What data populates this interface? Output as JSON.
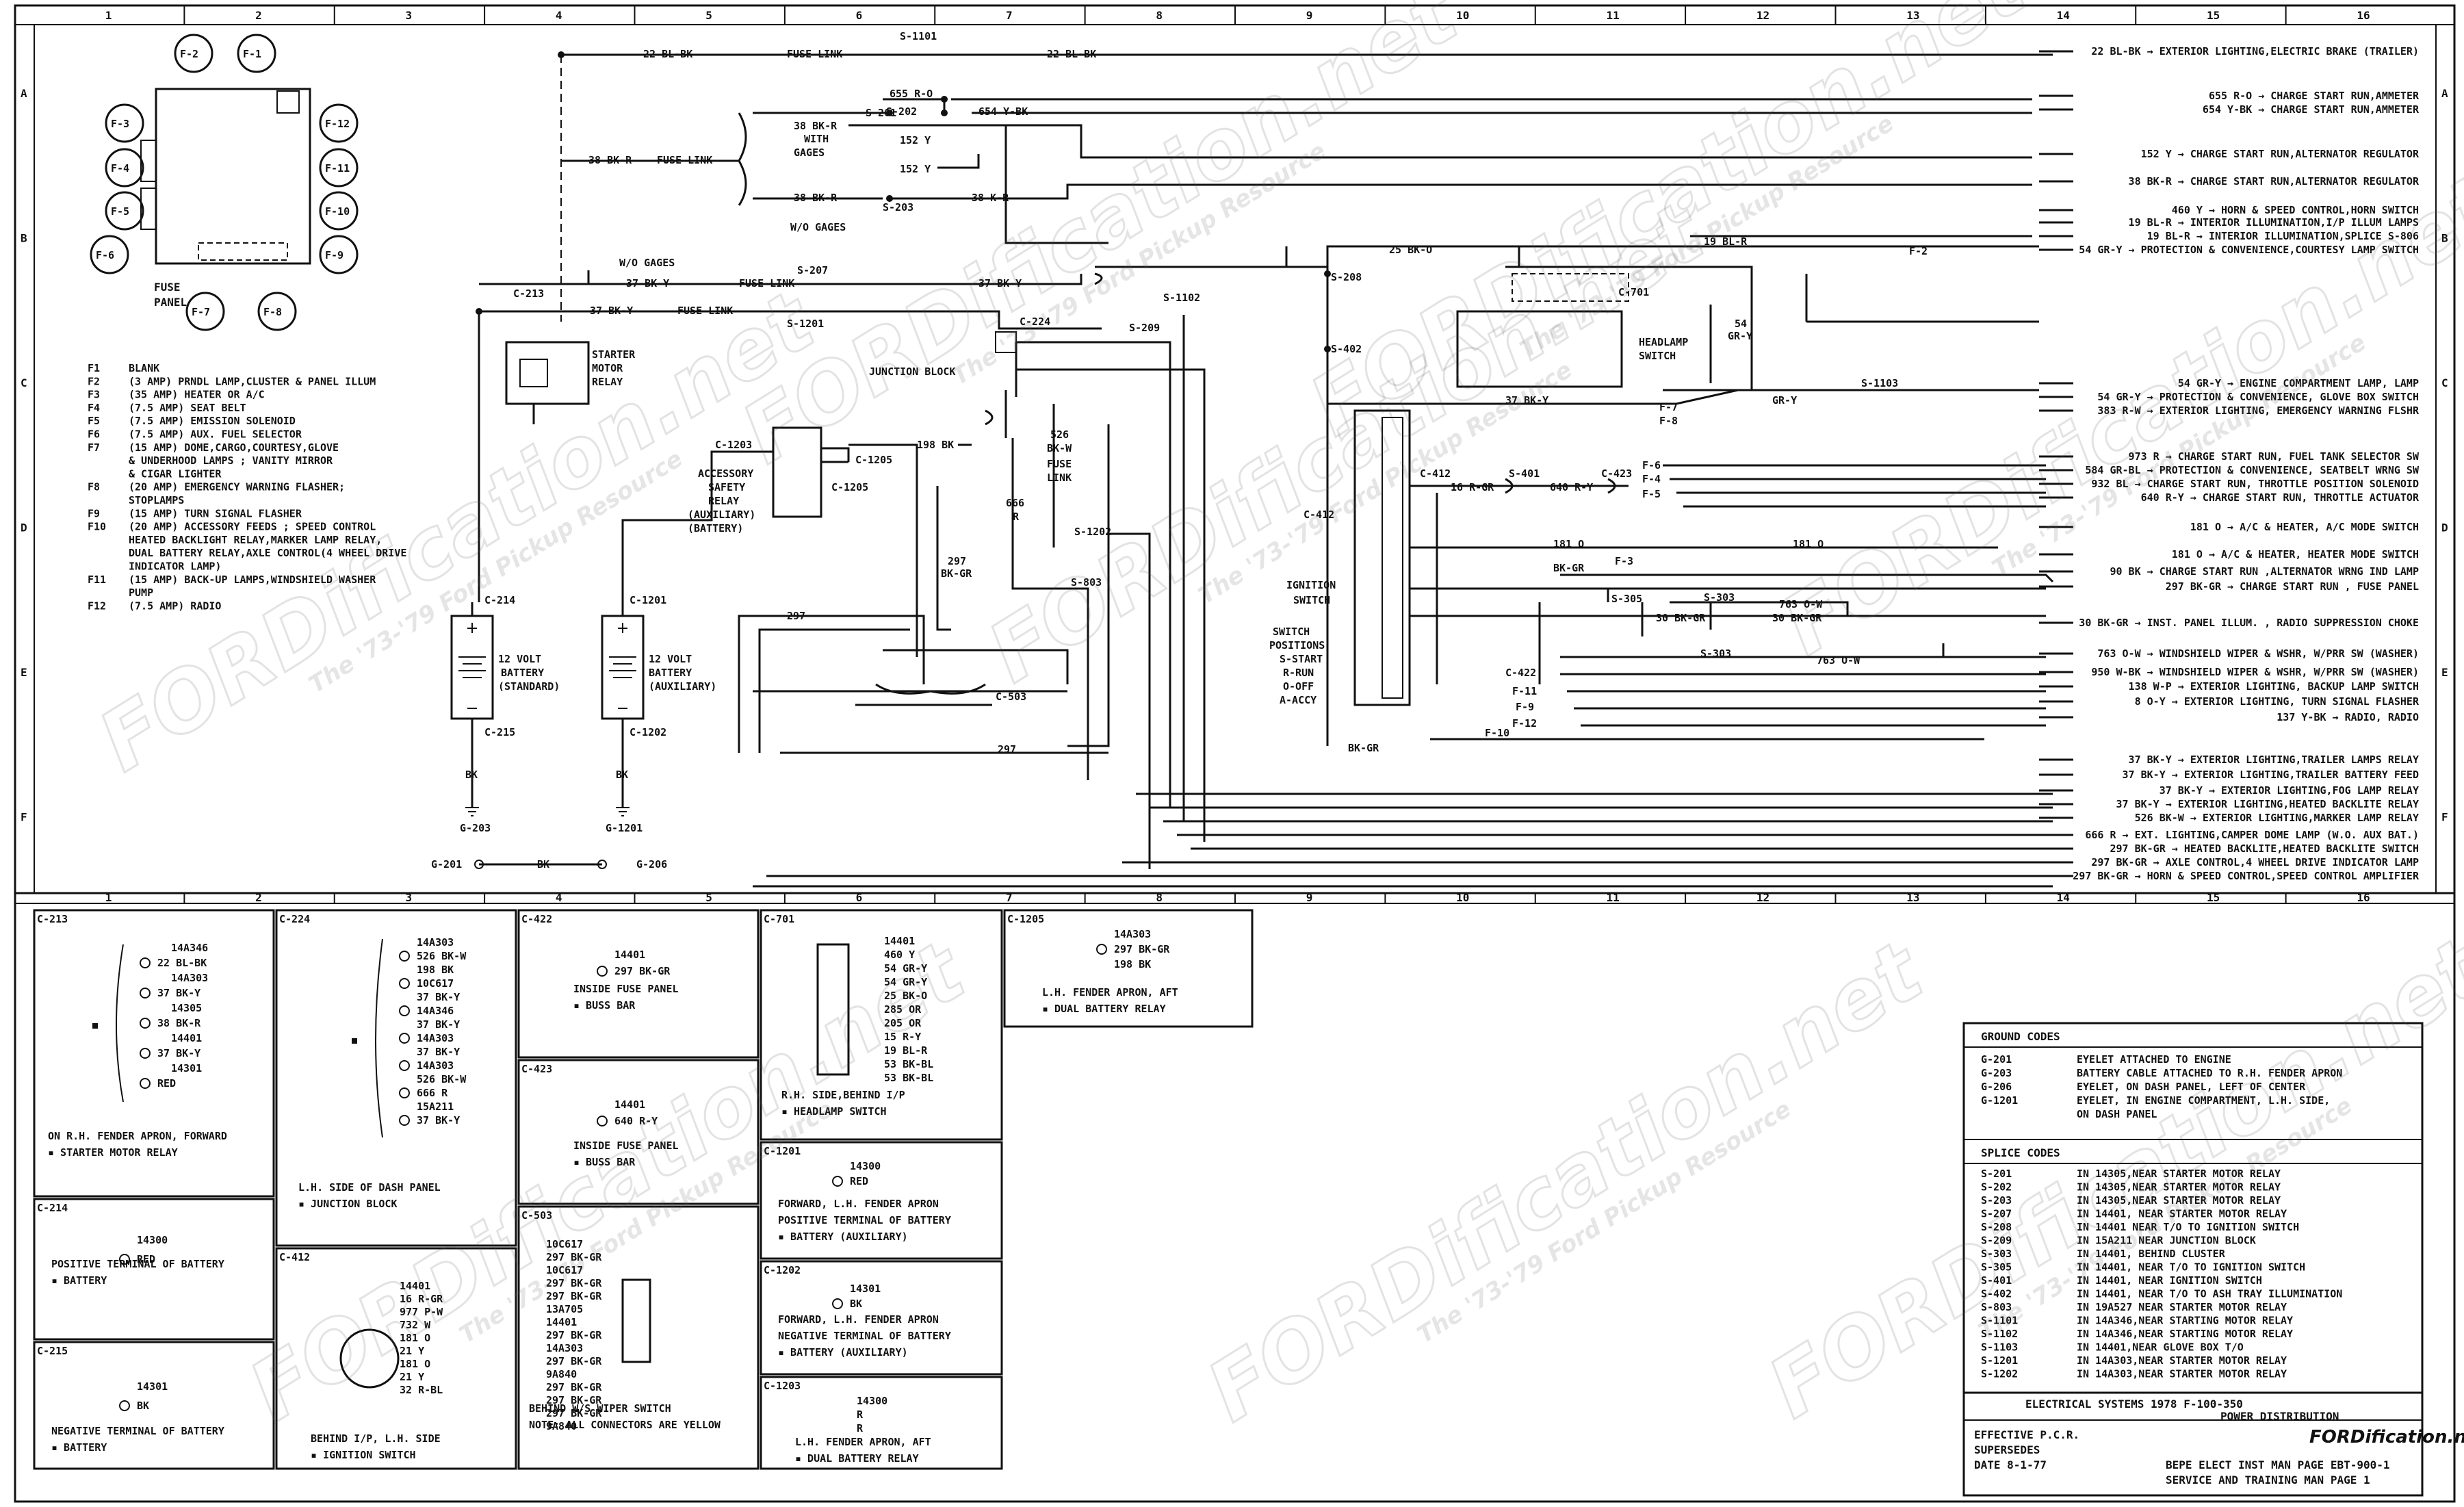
{
  "grid": {
    "columns": [
      "1",
      "2",
      "3",
      "4",
      "5",
      "6",
      "7",
      "8",
      "9",
      "10",
      "11",
      "12",
      "13",
      "14",
      "15",
      "16"
    ],
    "rows": [
      "A",
      "B",
      "C",
      "D",
      "E",
      "F"
    ]
  },
  "fuse_panel": {
    "label_line1": "FUSE",
    "label_line2": "PANEL",
    "fuses": [
      "F-1",
      "F-2",
      "F-3",
      "F-4",
      "F-5",
      "F-6",
      "F-7",
      "F-8",
      "F-9",
      "F-10",
      "F-11",
      "F-12"
    ]
  },
  "fuse_legend": [
    {
      "id": "F1",
      "text": "BLANK"
    },
    {
      "id": "F2",
      "text": "(3 AMP) PRNDL LAMP,CLUSTER & PANEL ILLUM"
    },
    {
      "id": "F3",
      "text": "(35 AMP) HEATER OR A/C"
    },
    {
      "id": "F4",
      "text": "(7.5 AMP) SEAT BELT"
    },
    {
      "id": "F5",
      "text": "(7.5 AMP) EMISSION SOLENOID"
    },
    {
      "id": "F6",
      "text": "(7.5 AMP) AUX. FUEL SELECTOR"
    },
    {
      "id": "F7",
      "text": "(15 AMP) DOME,CARGO,COURTESY,GLOVE"
    },
    {
      "id": "",
      "text": "& UNDERHOOD LAMPS ; VANITY MIRROR"
    },
    {
      "id": "",
      "text": "& CIGAR LIGHTER"
    },
    {
      "id": "F8",
      "text": "(20 AMP) EMERGENCY WARNING FLASHER;"
    },
    {
      "id": "",
      "text": "STOPLAMPS"
    },
    {
      "id": "F9",
      "text": "(15 AMP) TURN SIGNAL FLASHER"
    },
    {
      "id": "F10",
      "text": "(20 AMP) ACCESSORY FEEDS ; SPEED CONTROL"
    },
    {
      "id": "",
      "text": "HEATED BACKLIGHT RELAY,MARKER LAMP RELAY,"
    },
    {
      "id": "",
      "text": "DUAL BATTERY RELAY,AXLE CONTROL(4 WHEEL DRIVE"
    },
    {
      "id": "",
      "text": "INDICATOR LAMP)"
    },
    {
      "id": "F11",
      "text": "(15 AMP) BACK-UP LAMPS,WINDSHIELD WASHER"
    },
    {
      "id": "",
      "text": "PUMP"
    },
    {
      "id": "F12",
      "text": "(7.5 AMP) RADIO"
    }
  ],
  "right_outputs": [
    "22 BL-BK → EXTERIOR LIGHTING,ELECTRIC BRAKE (TRAILER)",
    "655 R-O → CHARGE START RUN,AMMETER",
    "654 Y-BK → CHARGE START RUN,AMMETER",
    "152 Y → CHARGE START RUN,ALTERNATOR REGULATOR",
    "38 BK-R → CHARGE START RUN,ALTERNATOR REGULATOR",
    "460 Y → HORN & SPEED CONTROL,HORN SWITCH",
    "19 BL-R → INTERIOR ILLUMINATION,I/P ILLUM LAMPS",
    "19 BL-R → INTERIOR ILLUMINATION,SPLICE S-806",
    "54 GR-Y → PROTECTION & CONVENIENCE,COURTESY LAMP SWITCH",
    "54 GR-Y → ENGINE COMPARTMENT LAMP, LAMP",
    "54 GR-Y → PROTECTION & CONVENIENCE, GLOVE BOX SWITCH",
    "383 R-W → EXTERIOR LIGHTING, EMERGENCY WARNING FLSHR",
    "973 R → CHARGE START RUN, FUEL TANK SELECTOR SW",
    "584 GR-BL → PROTECTION & CONVENIENCE, SEATBELT WRNG SW",
    "932 BL → CHARGE START RUN, THROTTLE POSITION SOLENOID",
    "640 R-Y → CHARGE START RUN, THROTTLE ACTUATOR",
    "181 O → A/C & HEATER, A/C MODE SWITCH",
    "181 O → A/C & HEATER, HEATER MODE SWITCH",
    "90 BK → CHARGE START RUN ,ALTERNATOR WRNG IND LAMP",
    "297 BK-GR → CHARGE START RUN , FUSE PANEL",
    "30 BK-GR → INST. PANEL ILLUM. , RADIO SUPPRESSION CHOKE",
    "763 O-W → WINDSHIELD WIPER & WSHR, W/PRR SW (WASHER)",
    "950 W-BK → WINDSHIELD WIPER & WSHR, W/PRR SW (WASHER)",
    "138 W-P → EXTERIOR LIGHTING, BACKUP LAMP SWITCH",
    "8 O-Y → EXTERIOR LIGHTING, TURN SIGNAL FLASHER",
    "137 Y-BK → RADIO, RADIO",
    "37 BK-Y → EXTERIOR LIGHTING,TRAILER LAMPS RELAY",
    "37 BK-Y → EXTERIOR LIGHTING,TRAILER BATTERY FEED",
    "37 BK-Y → EXTERIOR LIGHTING,FOG LAMP RELAY",
    "37 BK-Y → EXTERIOR LIGHTING,HEATED BACKLITE RELAY",
    "526 BK-W → EXTERIOR LIGHTING,MARKER LAMP RELAY",
    "666 R → EXT. LIGHTING,CAMPER DOME LAMP (W.O. AUX BAT.)",
    "297 BK-GR → HEATED BACKLITE,HEATED BACKLITE SWITCH",
    "297 BK-GR → AXLE CONTROL,4 WHEEL DRIVE INDICATOR LAMP",
    "297 BK-GR → HORN & SPEED CONTROL,SPEED CONTROL AMPLIFIER"
  ],
  "main": {
    "s1101": "S-1101",
    "wire_22": "22 BL-BK",
    "fuse_link": "FUSE LINK",
    "wire_38": "38 BK-R",
    "with_gages": "WITH",
    "with_gages2": "GAGES",
    "wo_gages": "W/O GAGES",
    "wo_gages2": "W/O GAGES",
    "wire_37": "37 BK-Y",
    "c213": "C-213",
    "starter_relay": [
      "STARTER",
      "MOTOR",
      "RELAY"
    ],
    "s207": "S-207",
    "s1201": "S-1201",
    "s201": "S-201",
    "s202": "S-202",
    "s203": "S-203",
    "w655": "655 R-O",
    "w654": "654 Y-BK",
    "w152": "152 Y",
    "wkr": "38 K-R",
    "c224": "C-224",
    "junction_block": "JUNCTION BLOCK",
    "s1102": "S-1102",
    "s209": "S-209",
    "s208": "S-208",
    "s402": "S-402",
    "w25": "25 BK-O",
    "w19": "19 BL-R",
    "f2": "F-2",
    "c701": "C-701",
    "headlamp": [
      "HEADLAMP",
      "SWITCH"
    ],
    "w54": "54",
    "w54b": "GR-Y",
    "s1103": "S-1103",
    "f7": "F-7",
    "f8": "F-8",
    "c1203": "C-1203",
    "w198": "198 BK",
    "c1205": "C-1205",
    "acc_relay": [
      "ACCESSORY",
      "SAFETY",
      "RELAY",
      "(AUXILIARY)",
      "(BATTERY)"
    ],
    "w526": "526",
    "w526b": "BK-W",
    "fuse_link2": [
      "FUSE",
      "LINK"
    ],
    "w666": "666",
    "w666b": "R",
    "s1202": "S-1202",
    "s803": "S-803",
    "w297": "297",
    "w297b": "BK-GR",
    "c503": "C-503",
    "c412": "C-412",
    "s401": "S-401",
    "c423": "C-423",
    "w16": "16 R-GR",
    "w640": "640 R-Y",
    "f6": "F-6",
    "f4": "F-4",
    "f5": "F-5",
    "ign_switch": [
      "IGNITION",
      "SWITCH"
    ],
    "switch_positions": [
      "SWITCH",
      "POSITIONS",
      "S-START",
      "R-RUN",
      "O-OFF",
      "A-ACCY"
    ],
    "w181": "181 O",
    "f3": "F-3",
    "s305": "S-305",
    "s303": "S-303",
    "s303b": "S-303",
    "w763": "763 O-W",
    "w30": "30 BK-GR",
    "c422": "C-422",
    "f11": "F-11",
    "f9": "F-9",
    "f12": "F-12",
    "f10": "F-10",
    "c214": "C-214",
    "c215": "C-215",
    "c1201": "C-1201",
    "c1202": "C-1202",
    "battery_std": [
      "12 VOLT",
      "BATTERY",
      "(STANDARD)"
    ],
    "battery_aux": [
      "12 VOLT",
      "BATTERY",
      "(AUXILIARY)"
    ],
    "bk": "BK",
    "g203": "G-203",
    "g1201": "G-1201",
    "g201": "G-201",
    "g206": "G-206"
  },
  "connectors": {
    "c213": {
      "title": "C-213",
      "lines": [
        "14A346",
        "22 BL-BK",
        "14A303",
        "37 BK-Y",
        "14305",
        "38 BK-R",
        "14401",
        "37 BK-Y",
        "14301",
        "RED"
      ],
      "footer": [
        "ON R.H. FENDER APRON, FORWARD",
        "▪ STARTER MOTOR RELAY"
      ]
    },
    "c214": {
      "title": "C-214",
      "lines": [
        "14300",
        "RED"
      ],
      "footer": [
        "POSITIVE TERMINAL OF BATTERY",
        "▪ BATTERY"
      ]
    },
    "c215": {
      "title": "C-215",
      "lines": [
        "14301",
        "BK"
      ],
      "footer": [
        "NEGATIVE TERMINAL OF BATTERY",
        "▪ BATTERY"
      ]
    },
    "c224": {
      "title": "C-224",
      "lines": [
        "14A303",
        "526 BK-W",
        "198 BK",
        "10C617",
        "37 BK-Y",
        "14A346",
        "37 BK-Y",
        "14A303",
        "37 BK-Y",
        "14A303",
        "526 BK-W",
        "666 R",
        "15A211",
        "37 BK-Y"
      ],
      "footer": [
        "L.H. SIDE OF DASH PANEL",
        "▪ JUNCTION BLOCK"
      ]
    },
    "c412": {
      "title": "C-412",
      "lines": [
        "14401",
        "16 R-GR",
        "977 P-W",
        "732 W",
        "181 O",
        "21 Y",
        "181 O",
        "21 Y",
        "32 R-BL"
      ],
      "footer": [
        "BEHIND I/P, L.H. SIDE",
        "▪ IGNITION SWITCH"
      ]
    },
    "c422": {
      "title": "C-422",
      "lines": [
        "14401",
        "297 BK-GR"
      ],
      "footer": [
        "INSIDE FUSE PANEL",
        "▪ BUSS BAR"
      ]
    },
    "c423": {
      "title": "C-423",
      "lines": [
        "14401",
        "640 R-Y"
      ],
      "footer": [
        "INSIDE FUSE PANEL",
        "▪ BUSS BAR"
      ]
    },
    "c503": {
      "title": "C-503",
      "lines": [
        "10C617",
        "297 BK-GR",
        "10C617",
        "297 BK-GR",
        "297 BK-GR",
        "13A705",
        "14401",
        "297 BK-GR",
        "14A303",
        "297 BK-GR",
        "9A840",
        "297 BK-GR",
        "297 BK-GR",
        "297 BK-GR",
        "9A840"
      ],
      "footer": [
        "BEHIND W/S WIPER SWITCH",
        "NOTE: ALL CONNECTORS ARE YELLOW"
      ]
    },
    "c701": {
      "title": "C-701",
      "lines": [
        "14401",
        "460 Y",
        "54 GR-Y",
        "54 GR-Y",
        "25 BK-O",
        "285 OR",
        "205 OR",
        "15 R-Y",
        "19 BL-R",
        "53 BK-BL",
        "53 BK-BL"
      ],
      "footer": [
        "R.H. SIDE,BEHIND I/P",
        "▪ HEADLAMP SWITCH"
      ]
    },
    "c1201": {
      "title": "C-1201",
      "lines": [
        "14300",
        "RED"
      ],
      "footer": [
        "FORWARD, L.H. FENDER APRON",
        "POSITIVE TERMINAL OF BATTERY",
        "▪ BATTERY (AUXILIARY)"
      ]
    },
    "c1202": {
      "title": "C-1202",
      "lines": [
        "14301",
        "BK"
      ],
      "footer": [
        "FORWARD, L.H. FENDER APRON",
        "NEGATIVE TERMINAL OF BATTERY",
        "▪ BATTERY (AUXILIARY)"
      ]
    },
    "c1203": {
      "title": "C-1203",
      "lines": [
        "14300",
        "R",
        "R"
      ],
      "footer": [
        "L.H. FENDER APRON, AFT",
        "▪ DUAL BATTERY RELAY"
      ]
    },
    "c1205": {
      "title": "C-1205",
      "lines": [
        "14A303",
        "297 BK-GR",
        "198 BK"
      ],
      "footer": [
        "L.H. FENDER APRON, AFT",
        "▪ DUAL BATTERY RELAY"
      ]
    }
  },
  "codes": {
    "ground_title": "GROUND CODES",
    "ground": [
      {
        "code": "G-201",
        "desc": "EYELET ATTACHED TO ENGINE"
      },
      {
        "code": "G-203",
        "desc": "BATTERY CABLE ATTACHED TO R.H. FENDER APRON"
      },
      {
        "code": "G-206",
        "desc": "EYELET, ON DASH PANEL, LEFT OF CENTER"
      },
      {
        "code": "G-1201",
        "desc": "EYELET, IN ENGINE COMPARTMENT, L.H. SIDE,"
      },
      {
        "code": "",
        "desc": "ON DASH PANEL"
      }
    ],
    "splice_title": "SPLICE CODES",
    "splice": [
      {
        "code": "S-201",
        "desc": "IN 14305,NEAR STARTER MOTOR RELAY"
      },
      {
        "code": "S-202",
        "desc": "IN 14305,NEAR STARTER MOTOR RELAY"
      },
      {
        "code": "S-203",
        "desc": "IN 14305,NEAR STARTER MOTOR RELAY"
      },
      {
        "code": "S-207",
        "desc": "IN 14401, NEAR STARTER MOTOR RELAY"
      },
      {
        "code": "S-208",
        "desc": "IN 14401 NEAR T/O TO IGNITION SWITCH"
      },
      {
        "code": "S-209",
        "desc": "IN 15A211 NEAR JUNCTION BLOCK"
      },
      {
        "code": "S-303",
        "desc": "IN 14401, BEHIND CLUSTER"
      },
      {
        "code": "S-305",
        "desc": "IN 14401, NEAR T/O TO IGNITION SWITCH"
      },
      {
        "code": "S-401",
        "desc": "IN 14401, NEAR IGNITION SWITCH"
      },
      {
        "code": "S-402",
        "desc": "IN 14401, NEAR T/O TO ASH TRAY ILLUMINATION"
      },
      {
        "code": "S-803",
        "desc": "IN 19A527 NEAR STARTER MOTOR RELAY"
      },
      {
        "code": "S-1101",
        "desc": "IN 14A346,NEAR STARTING MOTOR RELAY"
      },
      {
        "code": "S-1102",
        "desc": "IN 14A346,NEAR STARTING MOTOR RELAY"
      },
      {
        "code": "S-1103",
        "desc": "IN 14401,NEAR GLOVE BOX T/O"
      },
      {
        "code": "S-1201",
        "desc": "IN 14A303,NEAR STARTER MOTOR RELAY"
      },
      {
        "code": "S-1202",
        "desc": "IN 14A303,NEAR STARTER MOTOR RELAY"
      }
    ]
  },
  "title_block": {
    "line1": "ELECTRICAL SYSTEMS 1978 F-100-350",
    "line2": "POWER DISTRIBUTION",
    "effective": "EFFECTIVE P.C.R.",
    "supersedes": "SUPERSEDES",
    "date": "DATE 8-1-77",
    "ref1": "BEPE ELECT INST MAN PAGE EBT-900-1",
    "ref2": "SERVICE AND TRAINING MAN PAGE 1",
    "logo": "FORDification.net"
  },
  "watermark": {
    "main": "FORDification.net",
    "sub": "The '73-'79 Ford Pickup Resource"
  }
}
